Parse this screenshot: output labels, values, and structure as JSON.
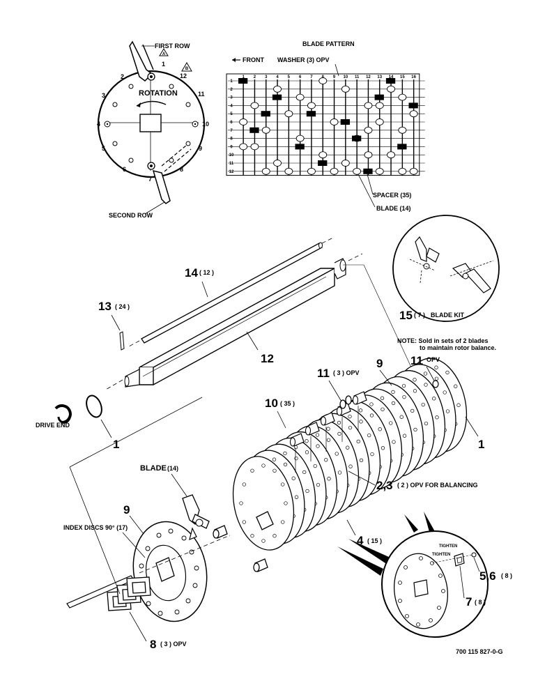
{
  "rotor_diagram": {
    "first_row": "FIRST ROW",
    "second_row": "SECOND ROW",
    "rotation": "ROTATION",
    "positions": [
      "1",
      "2",
      "3",
      "4",
      "5",
      "6",
      "7",
      "8",
      "9",
      "10",
      "11",
      "12"
    ],
    "marker_a": "A",
    "marker_b": "B"
  },
  "blade_pattern": {
    "title": "BLADE PATTERN",
    "front": "FRONT",
    "washer": "WASHER (3) OPV",
    "spacer": "SPACER (35)",
    "blade": "BLADE (14)",
    "columns": [
      "1",
      "2",
      "3",
      "4",
      "5",
      "6",
      "7",
      "8",
      "9",
      "10",
      "11",
      "12",
      "13",
      "14",
      "15",
      "16"
    ],
    "rows": [
      "1",
      "2",
      "3",
      "4",
      "5",
      "6",
      "7",
      "8",
      "9",
      "10",
      "11",
      "12"
    ]
  },
  "callouts": {
    "c14": "14",
    "c14q": "( 12 )",
    "c13": "13",
    "c13q": "( 24 )",
    "c12": "12",
    "c15": "15",
    "c15q": "( 7 )",
    "c15t": "BLADE KIT",
    "note1": "NOTE:  Sold in sets of 2 blades",
    "note2": "to maintain rotor balance.",
    "c9a": "9",
    "c11a": "11",
    "c11aq": "( 3 ) OPV",
    "c11b": "11",
    "c11bq": "OPV",
    "c10": "10",
    "c10q": "( 35 )",
    "drive_end": "DRIVE END",
    "c1a": "1",
    "c1b": "1",
    "blade14": "BLADE",
    "blade14q": "(14)",
    "c23": "2,3",
    "c23q": "( 2 ) OPV FOR BALANCING",
    "c9b": "9",
    "index_discs": "INDEX DISCS 90° (17)",
    "c4": "4",
    "c4q": "( 15 )",
    "tighten1": "TIGHTEN",
    "tighten2": "TIGHTEN",
    "c56": "5,6",
    "c56q": "( 8 )",
    "c7": "7",
    "c7q": "( 8 )",
    "c8": "8",
    "c8q": "( 3 ) OPV",
    "part_no": "700 115 827-0-G"
  }
}
